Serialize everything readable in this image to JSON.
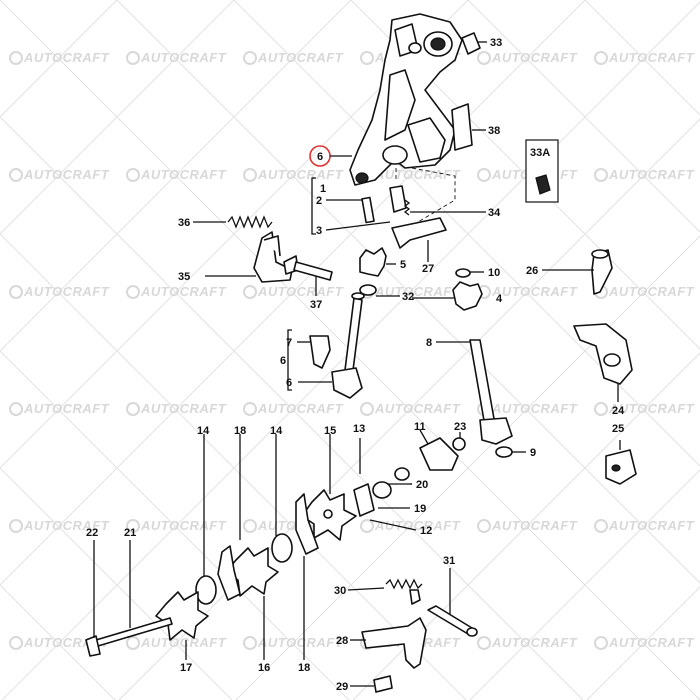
{
  "watermark": {
    "text": "AUTOCRAFT"
  },
  "callouts": {
    "c1": "1",
    "c2": "2",
    "c3": "3",
    "c4": "4",
    "c5": "5",
    "c6": "6",
    "c6b": "6",
    "c6c": "6",
    "c7": "7",
    "c8": "8",
    "c9": "9",
    "c10": "10",
    "c11": "11",
    "c12": "12",
    "c13": "13",
    "c14a": "14",
    "c14b": "14",
    "c15": "15",
    "c16": "16",
    "c17": "17",
    "c18a": "18",
    "c18b": "18",
    "c19": "19",
    "c20": "20",
    "c21": "21",
    "c22": "22",
    "c23": "23",
    "c24": "24",
    "c25": "25",
    "c26": "26",
    "c27": "27",
    "c28": "28",
    "c29": "29",
    "c30": "30",
    "c31": "31",
    "c32": "32",
    "c33": "33",
    "c33a": "33A",
    "c34": "34",
    "c35": "35",
    "c36": "36",
    "c37": "37",
    "c38": "38"
  },
  "highlight": {
    "color": "#e03030",
    "target_callout": "c6b"
  },
  "colors": {
    "line": "#111111",
    "watermark": "#d8d8d8",
    "background": "#ffffff"
  }
}
